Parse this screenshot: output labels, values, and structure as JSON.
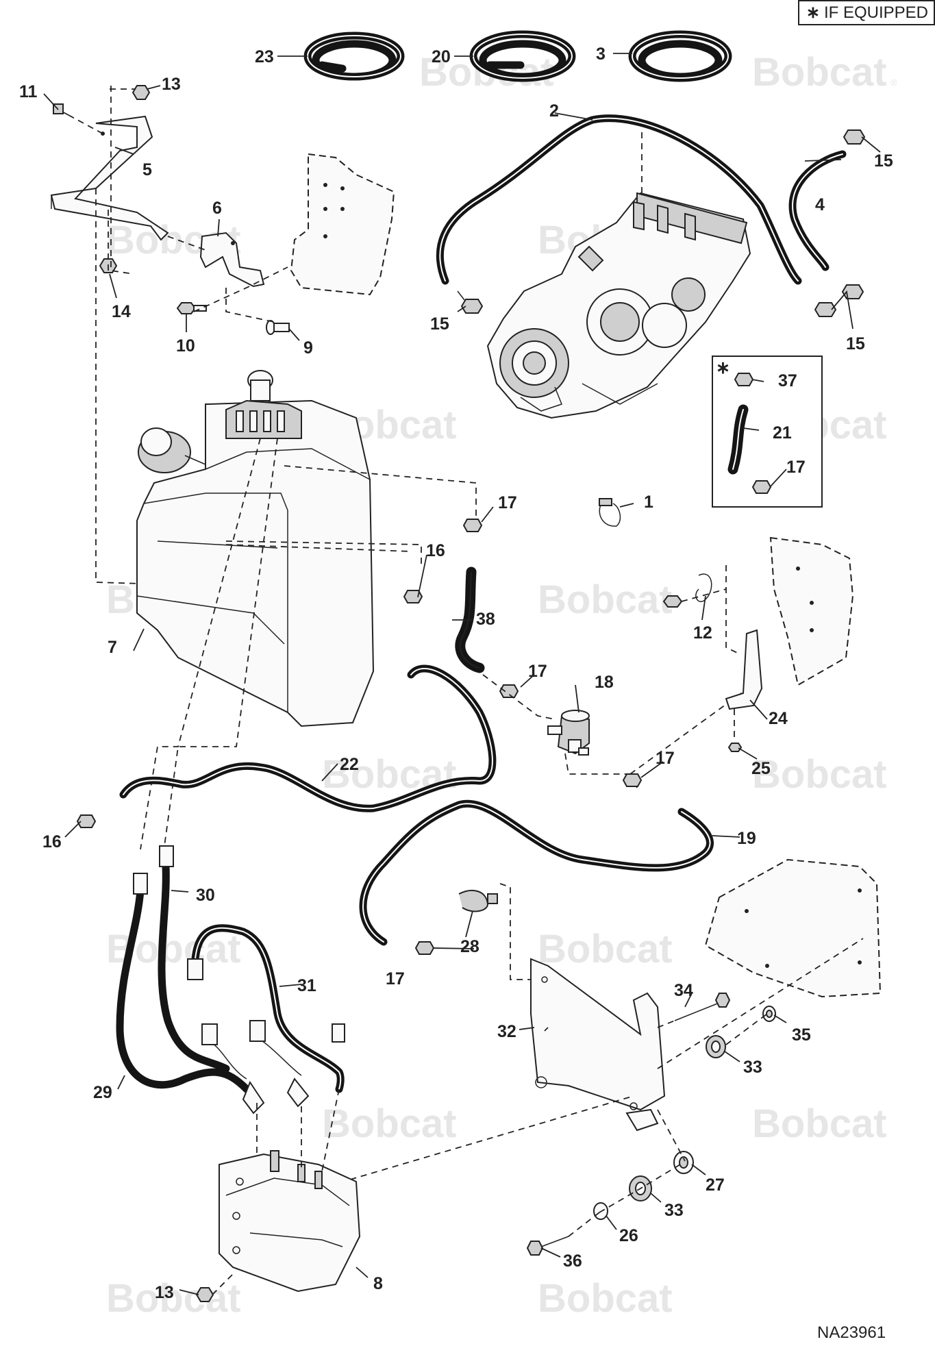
{
  "note": {
    "symbol": "∗",
    "text": "IF EQUIPPED"
  },
  "drawing_id": "NA23961",
  "watermark": "Bobcat",
  "watermark_mark": "®",
  "optional_marker": "∗",
  "callouts": {
    "c1": "1",
    "c2": "2",
    "c3": "3",
    "c4": "4",
    "c5": "5",
    "c6": "6",
    "c7": "7",
    "c8": "8",
    "c9": "9",
    "c10": "10",
    "c11": "11",
    "c12": "12",
    "c13a": "13",
    "c13b": "13",
    "c14": "14",
    "c15a": "15",
    "c15b": "15",
    "c15c": "15",
    "c16a": "16",
    "c16b": "16",
    "c17a": "17",
    "c17b": "17",
    "c17c": "17",
    "c17d": "17",
    "c17e": "17",
    "c18": "18",
    "c19": "19",
    "c20": "20",
    "c21": "21",
    "c22": "22",
    "c23": "23",
    "c24": "24",
    "c25": "25",
    "c26": "26",
    "c27": "27",
    "c28": "28",
    "c29": "29",
    "c30": "30",
    "c31": "31",
    "c32": "32",
    "c33a": "33",
    "c33b": "33",
    "c34": "34",
    "c35": "35",
    "c36": "36",
    "c37": "37",
    "c38": "38"
  }
}
